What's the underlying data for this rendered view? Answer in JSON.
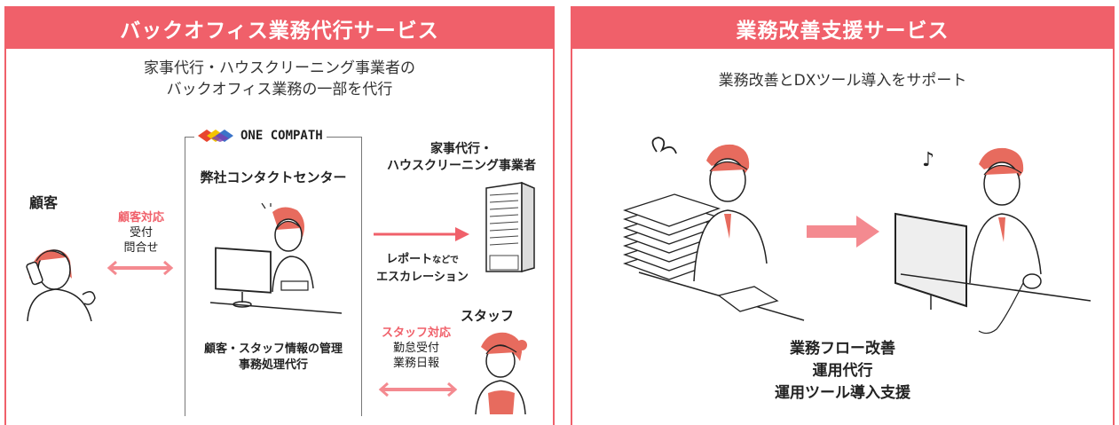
{
  "left_panel": {
    "title": "バックオフィス業務代行サービス",
    "lead_line1": "家事代行・ハウスクリーニング事業者の",
    "lead_line2": "バックオフィス業務の一部を代行",
    "logo_text": "ONE COMPATH",
    "center_title": "弊社コンタクトセンター",
    "center_tasks_line1": "顧客・スタッフ情報の管理",
    "center_tasks_line2": "事務処理代行",
    "customer_label": "顧客",
    "customer_support_title": "顧客対応",
    "customer_support_item1": "受付",
    "customer_support_item2": "問合せ",
    "business_label_line1": "家事代行・",
    "business_label_line2": "ハウスクリーニング事業者",
    "report_text1": "レポート",
    "report_text1_small": "などで",
    "report_text2": "エスカレーション",
    "staff_label": "スタッフ",
    "staff_support_title": "スタッフ対応",
    "staff_support_item1": "勤怠受付",
    "staff_support_item2": "業務日報"
  },
  "right_panel": {
    "title": "業務改善支援サービス",
    "lead": "業務改善とDXツール導入をサポート",
    "result_line1": "業務フロー改善",
    "result_line2": "運用代行",
    "result_line3": "運用ツール導入支援"
  },
  "colors": {
    "accent": "#f0606a",
    "arrow": "#f48a90",
    "hair": "#e76b5e",
    "text": "#222222"
  }
}
